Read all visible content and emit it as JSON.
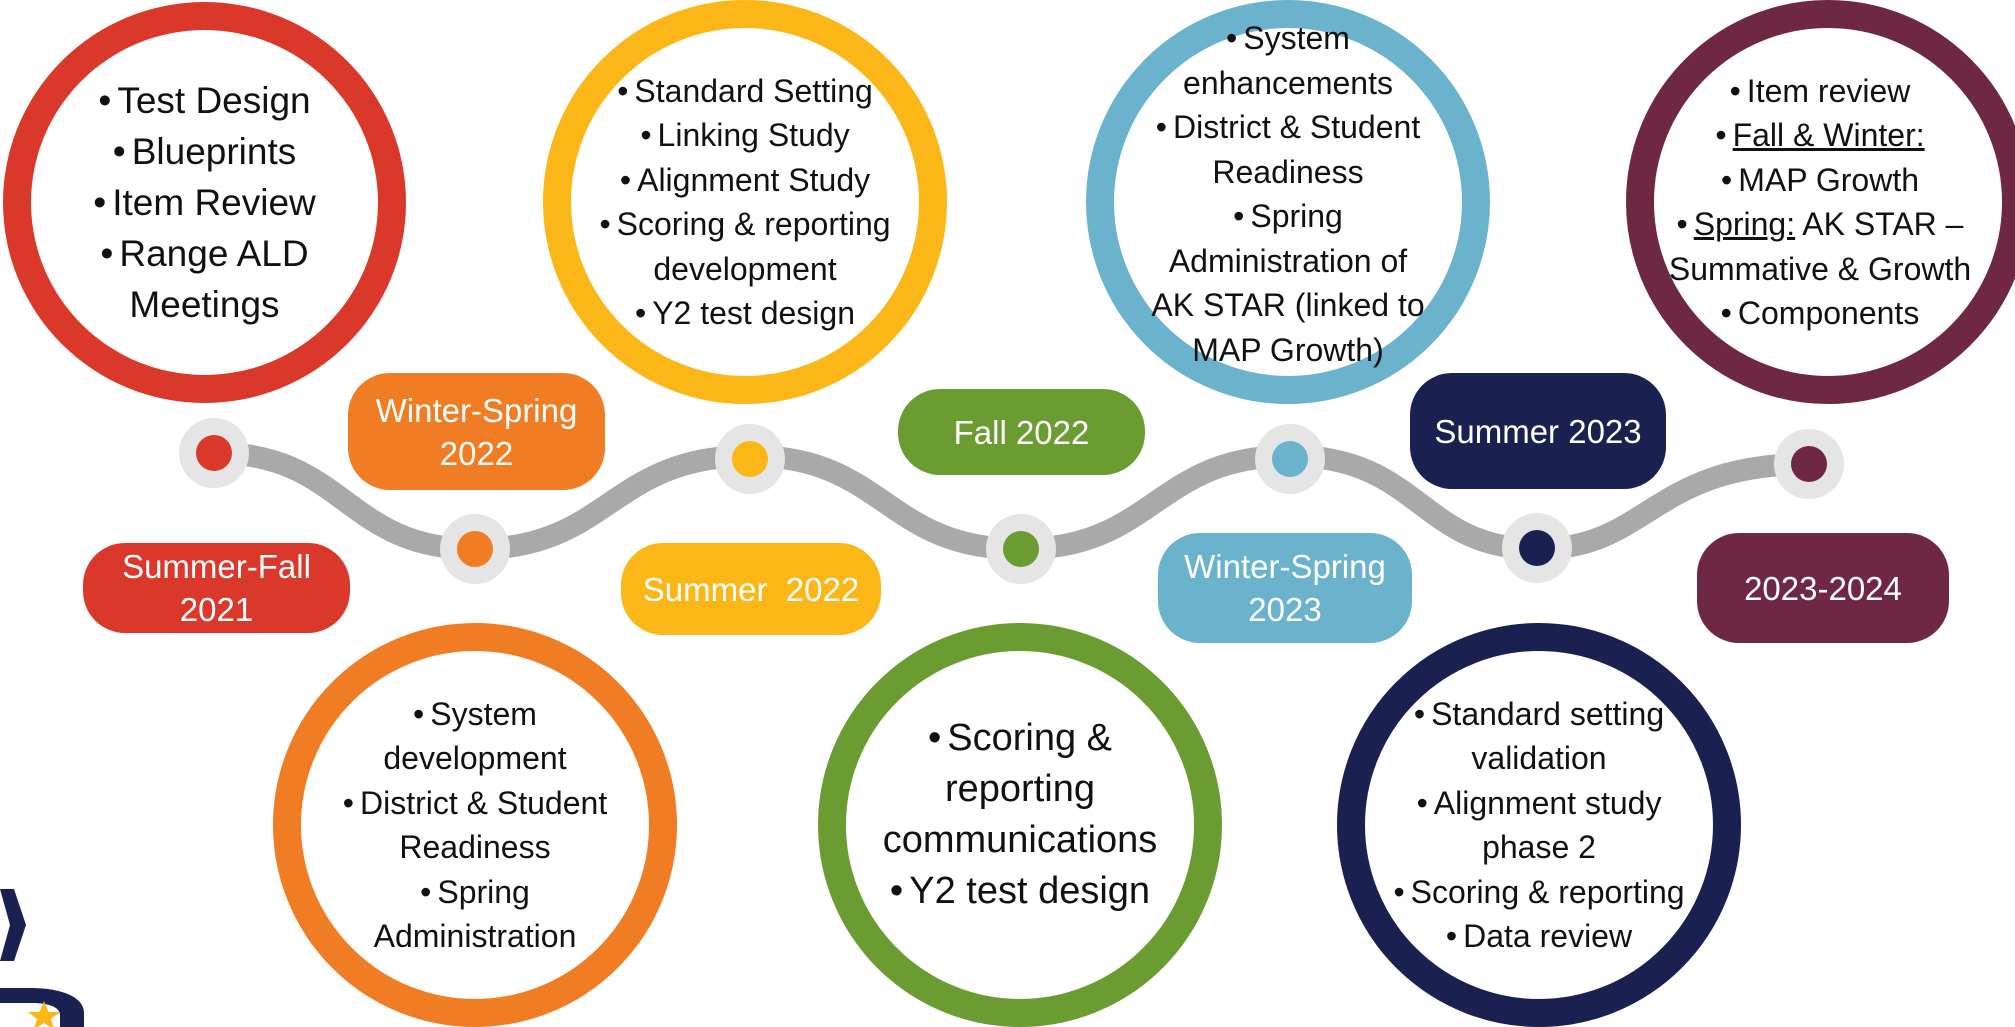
{
  "colors": {
    "red": "#d9382b",
    "orange": "#f07c23",
    "yellow": "#fbb617",
    "green": "#6a9c32",
    "lightblue": "#6bb3cc",
    "navy": "#1a2150",
    "maroon": "#6e2844",
    "track": "#a9a9a9",
    "node_ring": "#e5e5e5"
  },
  "milestones": [
    {
      "period": "Summer-Fall 2021",
      "period_lines": [
        "Summer-Fall",
        "2021"
      ],
      "color": "red",
      "activities": [
        "Test Design",
        "Blueprints",
        "Item Review",
        "Range ALD Meetings"
      ]
    },
    {
      "period": "Winter-Spring 2022",
      "period_lines": [
        "Winter-Spring",
        "2022"
      ],
      "color": "orange",
      "activities": [
        "System development",
        "District & Student Readiness",
        "Spring Administration"
      ]
    },
    {
      "period": "Summer 2022",
      "period_lines": [
        "Summer  2022"
      ],
      "color": "yellow",
      "activities": [
        "Standard Setting",
        "Linking Study",
        "Alignment Study",
        "Scoring & reporting development",
        "Y2 test design"
      ]
    },
    {
      "period": "Fall 2022",
      "period_lines": [
        "Fall 2022"
      ],
      "color": "green",
      "activities": [
        "Scoring & reporting communications",
        "Y2 test design"
      ]
    },
    {
      "period": "Winter-Spring 2023",
      "period_lines": [
        "Winter-Spring",
        "2023"
      ],
      "color": "lightblue",
      "activities": [
        "System enhancements",
        "District & Student Readiness",
        "Spring Administration of AK STAR (linked to MAP Growth)"
      ]
    },
    {
      "period": "Summer 2023",
      "period_lines": [
        "Summer 2023"
      ],
      "color": "navy",
      "activities": [
        "Standard setting validation",
        "Alignment study phase 2",
        "Scoring & reporting",
        "Data review"
      ]
    },
    {
      "period": "2023-2024",
      "period_lines": [
        "2023-2024"
      ],
      "color": "maroon",
      "activities": [
        "Item review",
        "Fall & Winter:",
        "MAP Growth",
        "Spring: AK STAR – Summative & Growth",
        "Components"
      ]
    }
  ],
  "text": {
    "m0": {
      "l0": "Test Design",
      "l1": "Blueprints",
      "l2": "Item Review",
      "l3a": "Range ALD",
      "l3b": "Meetings"
    },
    "m1": {
      "l0a": "System",
      "l0b": "development",
      "l1a": "District & Student",
      "l1b": "Readiness",
      "l2a": "Spring",
      "l2b": "Administration"
    },
    "m2": {
      "l0": "Standard Setting",
      "l1": "Linking Study",
      "l2": "Alignment Study",
      "l3a": "Scoring & reporting",
      "l3b": "development",
      "l4": "Y2 test design"
    },
    "m3": {
      "l0a": "Scoring &",
      "l0b": "reporting",
      "l0c": "communications",
      "l1": "Y2 test design"
    },
    "m4": {
      "l0a": "System",
      "l0b": "enhancements",
      "l1a": "District & Student",
      "l1b": "Readiness",
      "l2a": "Spring",
      "l2b": "Administration of",
      "l2c": "AK STAR (linked to",
      "l2d": "MAP Growth)"
    },
    "m5": {
      "l0a": "Standard setting",
      "l0b": "validation",
      "l1a": "Alignment study",
      "l1b": "phase 2",
      "l2": "Scoring & reporting",
      "l3": "Data review"
    },
    "m6": {
      "l0": "Item review",
      "l1": "Fall & Winter:",
      "l2": "MAP Growth",
      "l3u": "Spring:",
      "l3": "AK STAR –",
      "l3b": "Summative & Growth",
      "l4": "Components"
    }
  },
  "pills": {
    "p0a": "Summer-Fall",
    "p0b": "2021",
    "p1a": "Winter-Spring",
    "p1b": "2022",
    "p2": "Summer  2022",
    "p3": "Fall 2022",
    "p4a": "Winter-Spring",
    "p4b": "2023",
    "p5": "Summer 2023",
    "p6": "2023-2024"
  },
  "logo": {
    "text": "AK STAR",
    "star_color": "#fbb617",
    "letter_color": "#1a2150"
  }
}
